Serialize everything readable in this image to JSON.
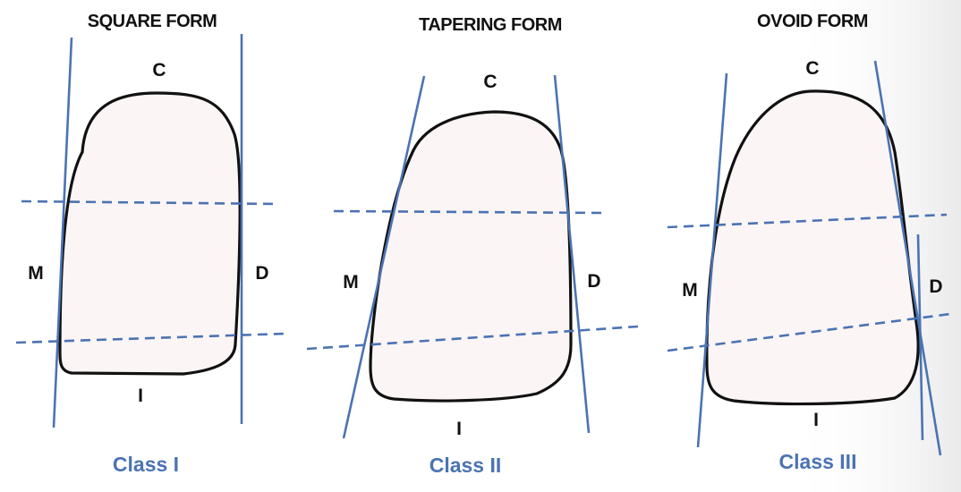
{
  "colors": {
    "guide_line": "#4b73b3",
    "class_label": "#4b73b3",
    "tooth_outline": "#111111",
    "tooth_fill": "#fbf5f5"
  },
  "panels": [
    {
      "title": "SQUARE FORM",
      "labels": {
        "top": "C",
        "left": "M",
        "right": "D",
        "bottom": "I"
      },
      "class_label": "Class I"
    },
    {
      "title": "TAPERING FORM",
      "labels": {
        "top": "C",
        "left": "M",
        "right": "D",
        "bottom": "I"
      },
      "class_label": "Class II"
    },
    {
      "title": "OVOID FORM",
      "labels": {
        "top": "C",
        "left": "M",
        "right": "D",
        "bottom": "I"
      },
      "class_label": "Class III"
    }
  ]
}
